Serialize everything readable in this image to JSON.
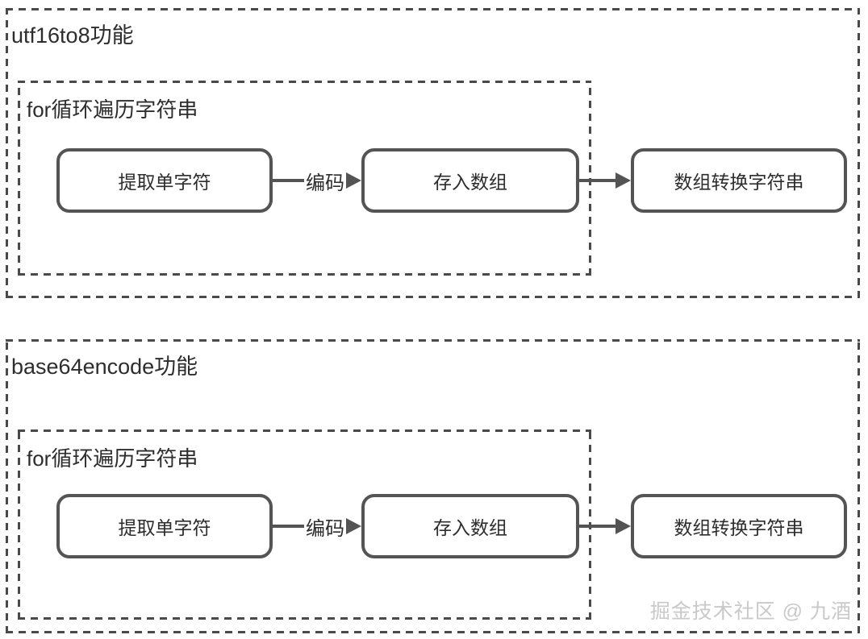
{
  "colors": {
    "background": "#ffffff",
    "dash_border": "#4a4a4a",
    "node_border": "#545454",
    "arrow": "#545454",
    "text": "#2d2d2d",
    "watermark": "#c9c9c9"
  },
  "sections": [
    {
      "title": "utf16to8功能",
      "loop_title": "for循环遍历字符串",
      "nodes": [
        "提取单字符",
        "存入数组",
        "数组转换字符串"
      ],
      "arrow_label": "编码"
    },
    {
      "title": "base64encode功能",
      "loop_title": "for循环遍历字符串",
      "nodes": [
        "提取单字符",
        "存入数组",
        "数组转换字符串"
      ],
      "arrow_label": "编码"
    }
  ],
  "watermark": {
    "text": "掘金技术社区 @ 九酒"
  }
}
